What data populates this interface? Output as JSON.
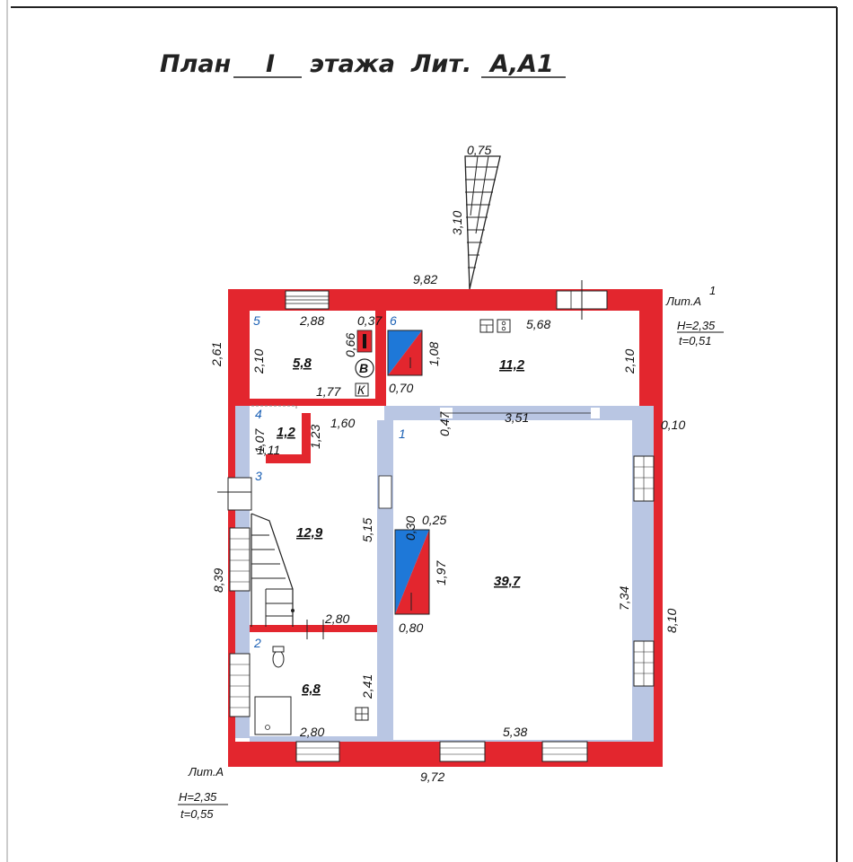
{
  "title": {
    "prefix": "План",
    "floor": "I",
    "middle": "этажа",
    "lit_label": "Лит.",
    "lit_value": "А,А1"
  },
  "colors": {
    "wall_main": "#e3262e",
    "wall_extension": "#b9c6e3",
    "stove_blue": "#1e78d8",
    "ink": "#111111",
    "frame": "#222222"
  },
  "exterior_dims": {
    "top_length": "9,82",
    "bottom_length": "9,72",
    "right_height": "8,10",
    "left_upper": "2,61",
    "left_lower": "8,39",
    "right_wall_offset": "0,10"
  },
  "porch": {
    "width": "0,75",
    "length": "3,10"
  },
  "rooms": [
    {
      "number": "5",
      "area": "5,8",
      "dims": [
        "2,88",
        "2,10",
        "1,77"
      ]
    },
    {
      "number": "6",
      "area": "11,2",
      "dims": [
        "5,68",
        "2,10"
      ]
    },
    {
      "number": "4",
      "area": "1,2",
      "dims": [
        "1,07",
        "1,11",
        "1,23"
      ]
    },
    {
      "number": "3",
      "area": "12,9",
      "dims": [
        "1,60",
        "5,15",
        "2,80"
      ]
    },
    {
      "number": "2",
      "area": "6,8",
      "dims": [
        "2,41",
        "2,80"
      ]
    },
    {
      "number": "1",
      "area": "39,7",
      "dims": [
        "3,51",
        "0,47",
        "7,34",
        "5,38"
      ]
    }
  ],
  "stoves": [
    {
      "dims": [
        "0,37",
        "0,66",
        "1,08",
        "0,70"
      ]
    },
    {
      "dims": [
        "0,30",
        "0,25",
        "1,97",
        "0,80"
      ]
    }
  ],
  "fixtures": {
    "boiler_letter": "В",
    "meter_letter": "К"
  },
  "lit_a1": {
    "label": "Лит.А",
    "superscript": "1",
    "height": "Н=2,35",
    "thickness": "t=0,51"
  },
  "lit_a": {
    "label": "Лит.А",
    "height": "Н=2,35",
    "thickness": "t=0,55"
  }
}
